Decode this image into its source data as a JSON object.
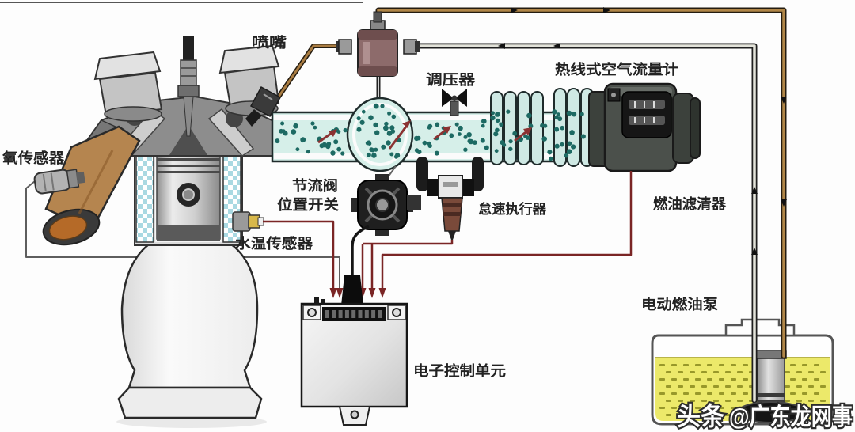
{
  "labels": {
    "injector": "喷嘴",
    "pressure_regulator": "调压器",
    "air_flow_meter": "热线式空气流量计",
    "oxygen_sensor": "氧传感器",
    "throttle_position_switch": [
      "节流阀",
      "位置开关"
    ],
    "idle_actuator": "怠速执行器",
    "fuel_filter": "燃油滤清器",
    "water_temp_sensor": "水温传感器",
    "electric_fuel_pump": "电动燃油泵",
    "ecu": "电子控制单元"
  },
  "watermark": {
    "brand": "头条",
    "handle": "@广东龙网事"
  },
  "colors": {
    "intake_air_fill": "#d6efe9",
    "air_dots": "#1d6a63",
    "fuel_yellow": "#ece96a",
    "fuel_dash": "#98982a",
    "wire_red": "#7a2525",
    "pipe_brown": "#b08648",
    "pipe_grey": "#e3e3da",
    "label_text": "#222222"
  }
}
